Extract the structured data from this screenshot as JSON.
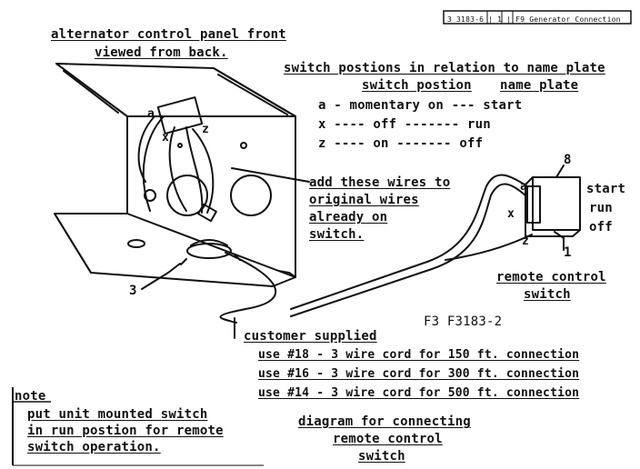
{
  "header_box": "3 3183-6  |  1  |  F9 Generator Connection",
  "title": [
    "alternator control panel front",
    "viewed from back."
  ],
  "positions_heading": [
    "switch postions in relation to name plate",
    "switch postion",
    "name plate"
  ],
  "positions": [
    {
      "label": "a - momentary on --- start"
    },
    {
      "label": "x ---- off ------- run"
    },
    {
      "label": "z ---- on ------- off"
    }
  ],
  "add_wires": [
    "add these wires to",
    "original wires",
    "already on",
    "switch."
  ],
  "plate_labels": [
    "start",
    "run",
    "off"
  ],
  "callouts": {
    "c8": "8",
    "c1": "1",
    "c3": "3"
  },
  "terminal_labels": {
    "a": "a",
    "x": "x",
    "z": "z"
  },
  "remote_label": [
    "remote control",
    "switch"
  ],
  "figure_id": "F3   F3183-2",
  "customer": {
    "heading": "customer supplied",
    "lines": [
      "use #18 - 3 wire cord for 150 ft. connection",
      "use #16 - 3 wire cord for 300 ft. connection",
      "use #14 - 3 wire cord for 500 ft. connection"
    ]
  },
  "note": {
    "heading": "note",
    "lines": [
      "put unit mounted switch",
      "in run postion for remote",
      "switch operation."
    ]
  },
  "diagram_caption": [
    "diagram for connecting",
    "remote control",
    "switch"
  ]
}
